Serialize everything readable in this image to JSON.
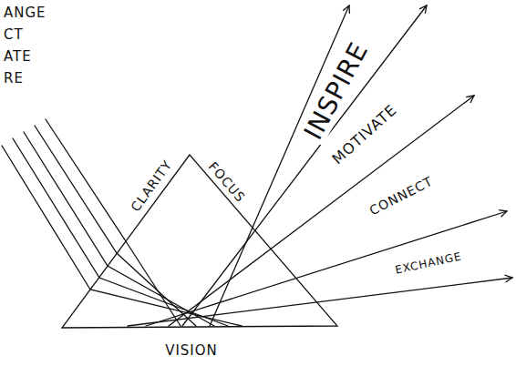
{
  "diagram": {
    "labels": [
      "ANGE",
      "CT",
      "ATE",
      "RE",
      "CLARITY",
      "FOCUS",
      "INSPIRE",
      "MOTIVATE",
      "CONNECT",
      "EXCHANGE",
      "VISION"
    ]
  }
}
